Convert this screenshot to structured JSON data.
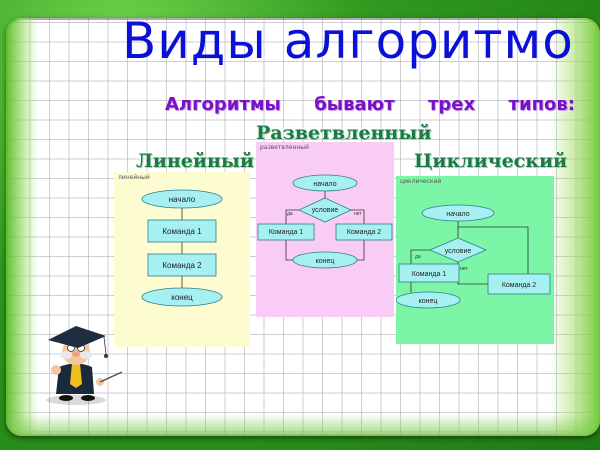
{
  "slide": {
    "title": "Виды алгоритмо",
    "subtitle_words": [
      "Алгоритмы",
      "бывают",
      "трех",
      "типов:"
    ]
  },
  "types": {
    "linear": {
      "label": "Линейный",
      "caption": "линейный",
      "nodes": {
        "start": "начало",
        "cmd1": "Команда 1",
        "cmd2": "Команда 2",
        "end": "конец"
      }
    },
    "branch": {
      "label": "Разветвленный",
      "caption": "разветвленный",
      "nodes": {
        "start": "начало",
        "cond": "условие",
        "yes": "да",
        "no": "нет",
        "cmd1": "Команда 1",
        "cmd2": "Команда 2",
        "end": "конец"
      }
    },
    "cycle": {
      "label": "Циклический",
      "caption": "циклический",
      "nodes": {
        "start": "начало",
        "cond": "условие",
        "yes": "да",
        "no": "нет",
        "cmd1": "Команда 1",
        "cmd2": "Команда 2",
        "end": "конец"
      }
    }
  },
  "colors": {
    "title": "#0a10d8",
    "subtitle": "#7a10c8",
    "type_label": "#1d7a45",
    "shape_fill": "#a6f0f2",
    "linear_bg": "#fdfbd0",
    "branch_bg": "#f9ccf5",
    "cycle_bg": "#7cf5a6"
  }
}
